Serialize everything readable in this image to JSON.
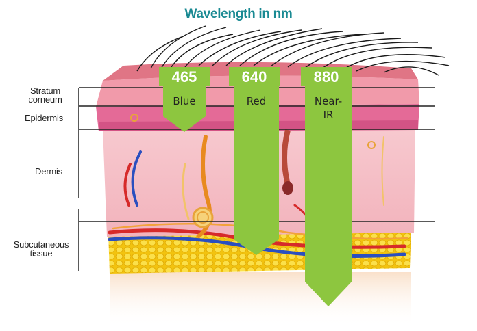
{
  "title": "Wavelength in nm",
  "colors": {
    "title": "#1a8a93",
    "arrow": "#8dc63f",
    "skin": "#f3b9c4",
    "fat": "#f6d21a",
    "line": "#222222"
  },
  "layers": [
    {
      "label_line1": "Stratum",
      "label_line2": "corneum"
    },
    {
      "label_line1": "Epidermis"
    },
    {
      "label_line1": "Dermis"
    },
    {
      "label_line1": "Subcutaneous",
      "label_line2": "tissue"
    }
  ],
  "wavelengths": [
    {
      "value": "465",
      "name": "Blue"
    },
    {
      "value": "640",
      "name": "Red"
    },
    {
      "value": "880",
      "name": "Near-",
      "name2": "IR"
    }
  ]
}
